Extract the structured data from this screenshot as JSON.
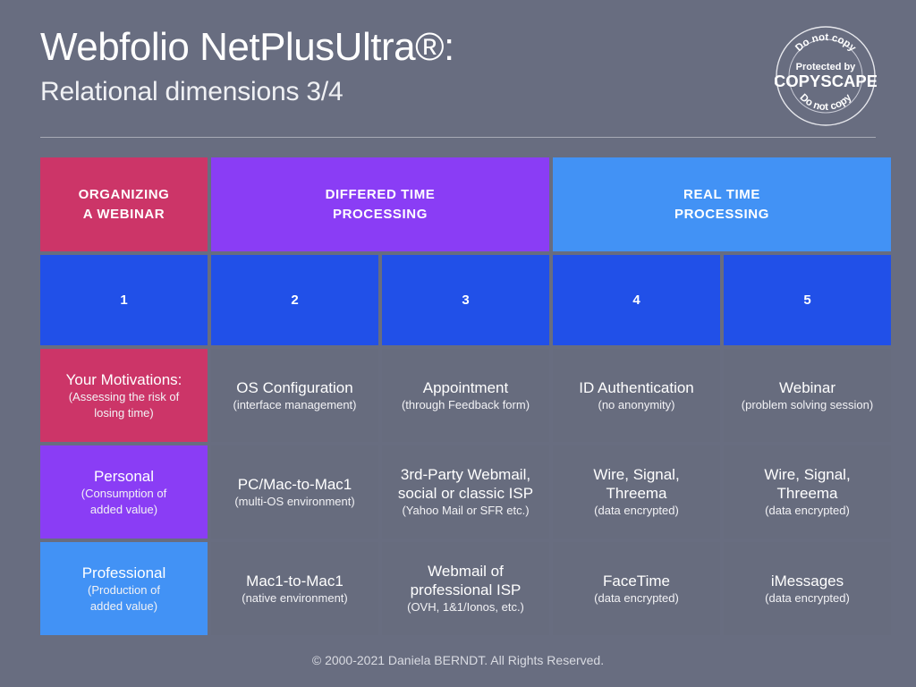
{
  "page": {
    "background_color": "#686D80",
    "title": "Webfolio NetPlusUltra®:",
    "subtitle": "Relational dimensions 3/4",
    "footer": "© 2000-2021 Daniela BERNDT. All Rights Reserved."
  },
  "badge": {
    "name": "copyscape-badge",
    "top_arc": "Do not copy",
    "bottom_arc": "Do not copy",
    "line1": "Protected by",
    "line2": "COPYSCAPE"
  },
  "colors": {
    "pink": "#CC3568",
    "purple": "#8A3DF5",
    "light_blue": "#4292F5",
    "number_blue": "#2150E8",
    "cell_gray": "#676C7E",
    "text": "#FFFFFF"
  },
  "table": {
    "headers": [
      {
        "label": "ORGANIZING\nA WEBINAR",
        "line1": "ORGANIZING",
        "line2": "A WEBINAR",
        "color": "#CC3568",
        "span": 1
      },
      {
        "label": "DIFFERED TIME\nPROCESSING",
        "line1": "DIFFERED TIME",
        "line2": "PROCESSING",
        "color": "#8A3DF5",
        "span": 2
      },
      {
        "label": "REAL TIME\nPROCESSING",
        "line1": "REAL TIME",
        "line2": "PROCESSING",
        "color": "#4292F5",
        "span": 2
      }
    ],
    "numbers": [
      "1",
      "2",
      "3",
      "4",
      "5"
    ],
    "rows": [
      {
        "label": {
          "main": "Your Motivations:",
          "sub1": "(Assessing the risk of",
          "sub2": "losing time)",
          "color": "#CC3568"
        },
        "cells": [
          {
            "main1": "OS Configuration",
            "main2": "",
            "sub1": "(interface management)",
            "sub2": ""
          },
          {
            "main1": "Appointment",
            "main2": "",
            "sub1": "(through Feedback form)",
            "sub2": ""
          },
          {
            "main1": "ID Authentication",
            "main2": "",
            "sub1": "(no anonymity)",
            "sub2": ""
          },
          {
            "main1": "Webinar",
            "main2": "",
            "sub1": "(problem solving session)",
            "sub2": ""
          }
        ]
      },
      {
        "label": {
          "main": "Personal",
          "sub1": "(Consumption of",
          "sub2": "added value)",
          "color": "#8A3DF5"
        },
        "cells": [
          {
            "main1": "PC/Mac-to-Mac1",
            "main2": "",
            "sub1": "(multi-OS environment)",
            "sub2": ""
          },
          {
            "main1": "3rd-Party Webmail,",
            "main2": "social or classic ISP",
            "sub1": "(Yahoo Mail or SFR etc.)",
            "sub2": ""
          },
          {
            "main1": "Wire, Signal,",
            "main2": "Threema",
            "sub1": "(data encrypted)",
            "sub2": ""
          },
          {
            "main1": "Wire, Signal,",
            "main2": "Threema",
            "sub1": "(data encrypted)",
            "sub2": ""
          }
        ]
      },
      {
        "label": {
          "main": "Professional",
          "sub1": "(Production of",
          "sub2": "added value)",
          "color": "#4292F5"
        },
        "cells": [
          {
            "main1": "Mac1-to-Mac1",
            "main2": "",
            "sub1": "(native environment)",
            "sub2": ""
          },
          {
            "main1": "Webmail of",
            "main2": "professional ISP",
            "sub1": "(OVH, 1&1/Ionos, etc.)",
            "sub2": ""
          },
          {
            "main1": "FaceTime",
            "main2": "",
            "sub1": "(data encrypted)",
            "sub2": ""
          },
          {
            "main1": "iMessages",
            "main2": "",
            "sub1": "(data encrypted)",
            "sub2": ""
          }
        ]
      }
    ]
  }
}
